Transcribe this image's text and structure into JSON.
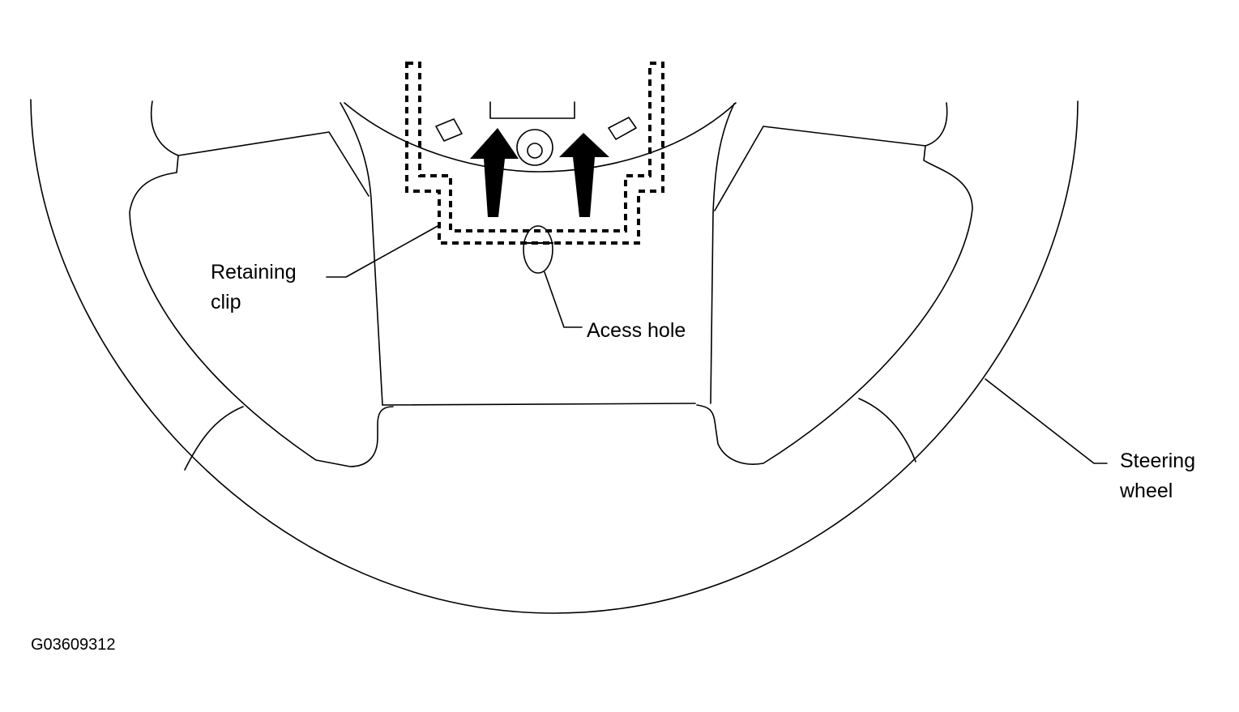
{
  "labels": {
    "retaining_clip": [
      "Retaining",
      "clip"
    ],
    "access_hole": "Acess hole",
    "steering_wheel": [
      "Steering",
      "wheel"
    ]
  },
  "figure_code": "G03609312",
  "colors": {
    "ink": "#000000",
    "background": "#ffffff"
  }
}
